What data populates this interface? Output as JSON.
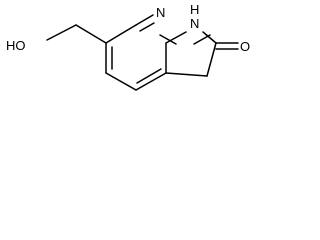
{
  "structure": {
    "atoms": {
      "ring_nitrogen": "N",
      "nh_label": "H",
      "nh_nitrogen": "N",
      "carbonyl_oxygen": "O",
      "hydroxymethyl": "HO"
    }
  }
}
